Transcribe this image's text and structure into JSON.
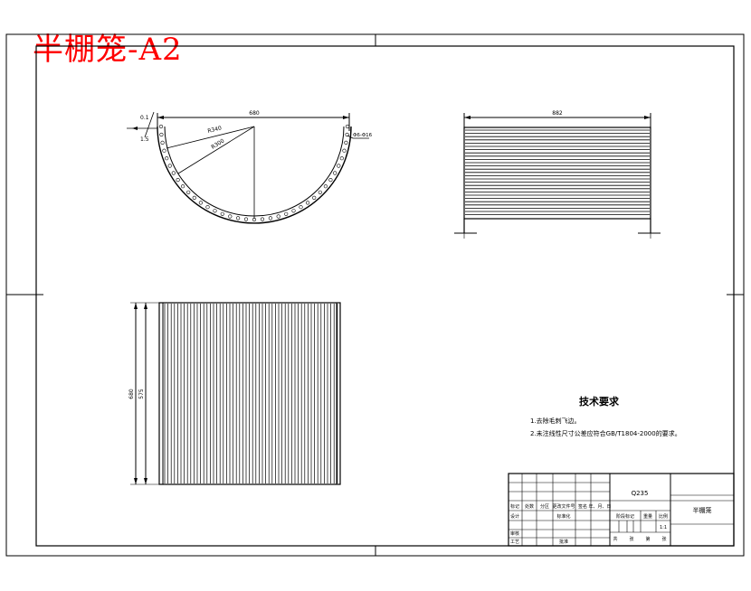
{
  "drawing": {
    "title": "半棚笼-A2",
    "accent_color": "#ff0000",
    "line_color": "#000000"
  },
  "views": {
    "semicircle": {
      "top_dimension": "680",
      "left_dims": [
        "0.1",
        "1.5"
      ],
      "radius_labels": [
        "R340",
        "R300"
      ],
      "right_callout": "Φ6-Φ16"
    },
    "side": {
      "top_dimension": "882"
    },
    "front": {
      "outer_height": "680",
      "inner_height": "575"
    }
  },
  "notes": {
    "heading": "技术要求",
    "items": [
      "1.去除毛刺飞边。",
      "2.未注线性尺寸公差应符合GB/T1804-2000的要求。"
    ]
  },
  "title_block": {
    "material": "Q235",
    "part_name": "半棚笼",
    "scale": "1:1",
    "weight_label": "重量",
    "scale_label": "比例",
    "stage_label": "阶段标记",
    "revision_headers": [
      "标记",
      "处数",
      "分区",
      "更改文件号",
      "签名",
      "年、月、日"
    ],
    "row_labels": [
      "设计",
      "标准化",
      "审核",
      "工艺",
      "批准"
    ],
    "sheet_labels": [
      "共",
      "张",
      "第",
      "张"
    ]
  }
}
